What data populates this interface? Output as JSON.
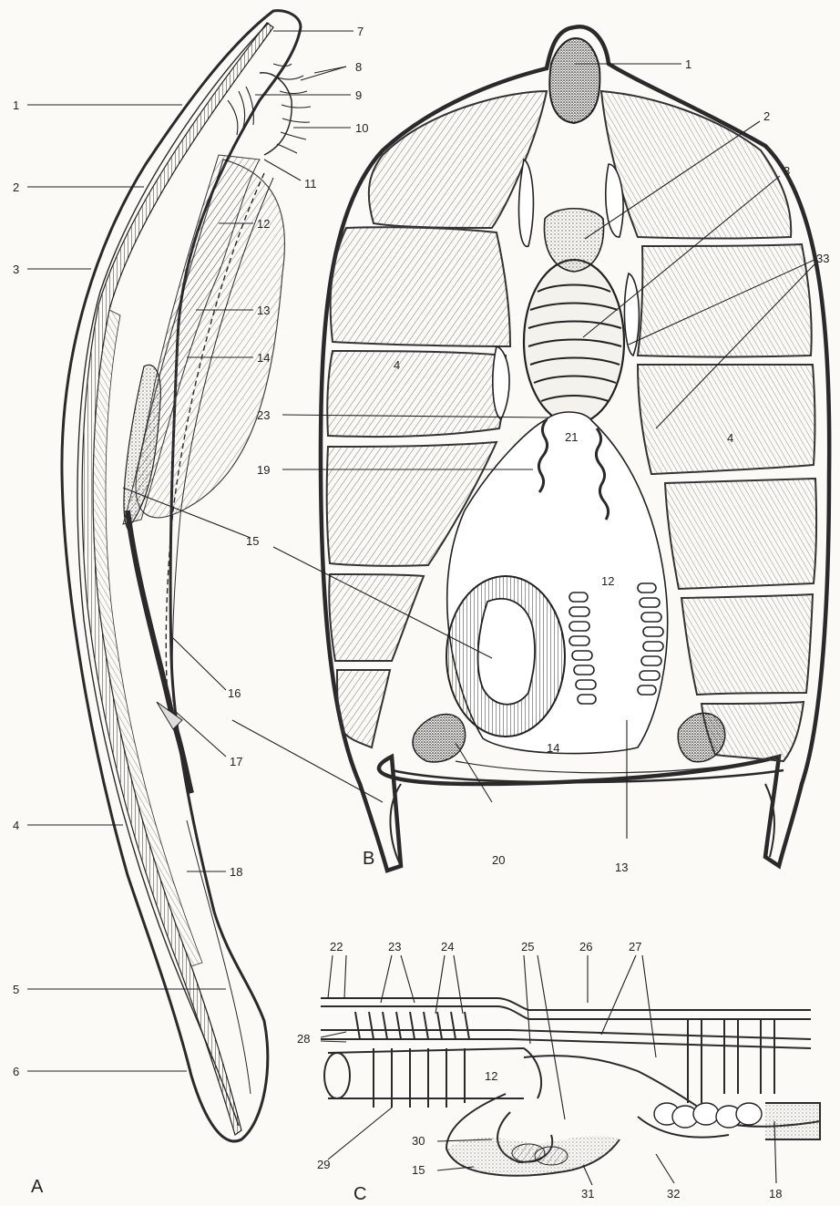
{
  "panels": {
    "a": "A",
    "b": "B",
    "c": "C"
  },
  "labels_a": {
    "n1": "1",
    "n2": "2",
    "n3": "3",
    "n4": "4",
    "n5": "5",
    "n6": "6",
    "n7": "7",
    "n8": "8",
    "n9": "9",
    "n10": "10",
    "n11": "11",
    "n12": "12",
    "n13": "13",
    "n14": "14",
    "n15": "15",
    "n16": "16",
    "n17": "17",
    "n18": "18"
  },
  "labels_b": {
    "n1": "1",
    "n2": "2",
    "n3": "3",
    "n33": "33",
    "n4_left": "4",
    "n4_right": "4",
    "n23": "23",
    "n19": "19",
    "n21": "21",
    "n12": "12",
    "n14": "14",
    "n20": "20",
    "n13": "13"
  },
  "labels_c": {
    "n22": "22",
    "n23": "23",
    "n24": "24",
    "n25": "25",
    "n26": "26",
    "n27": "27",
    "n28": "28",
    "n12": "12",
    "n29": "29",
    "n30": "30",
    "n15": "15",
    "n31": "31",
    "n32": "32",
    "n18": "18"
  },
  "colors": {
    "ink": "#222222",
    "paper": "#fbfaf6",
    "stipple": "#8a8a8a"
  }
}
